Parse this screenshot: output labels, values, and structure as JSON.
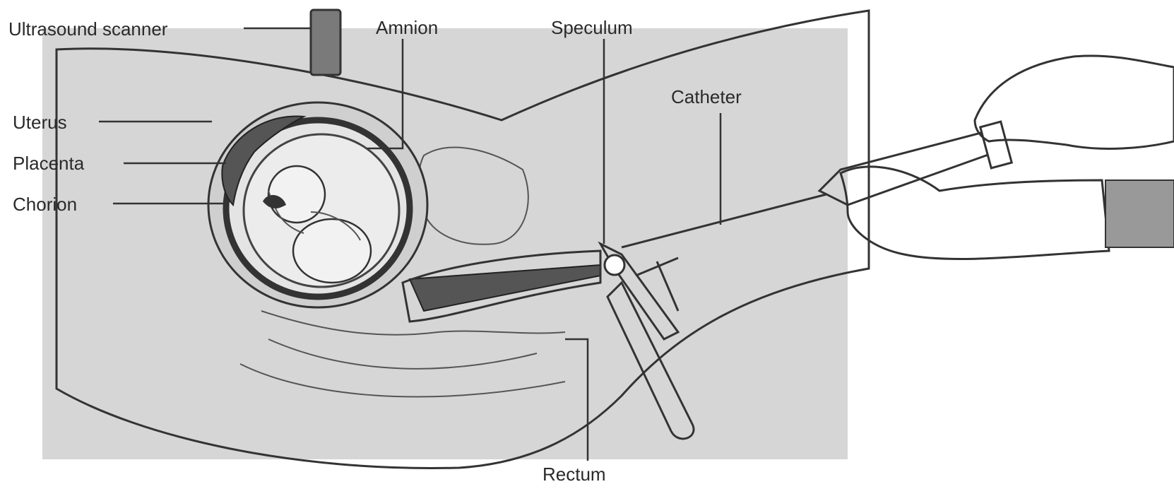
{
  "diagram": {
    "labels": {
      "ultrasound_scanner": "Ultrasound scanner",
      "amnion": "Amnion",
      "speculum": "Speculum",
      "catheter": "Catheter",
      "uterus": "Uterus",
      "placenta": "Placenta",
      "chorion": "Chorion",
      "rectum": "Rectum"
    }
  }
}
